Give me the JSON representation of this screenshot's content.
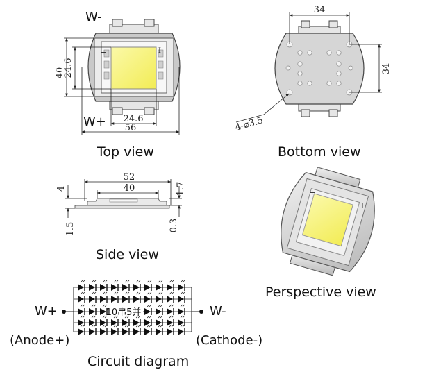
{
  "top_view": {
    "caption": "Top view",
    "terminal_neg": "W-",
    "terminal_pos": "W+",
    "dims": {
      "height_outer": "40",
      "height_inner": "24.6",
      "width_inner": "24.6",
      "width_outer": "56"
    },
    "polarity_plus": "+",
    "polarity_minus": "I"
  },
  "bottom_view": {
    "caption": "Bottom view",
    "dims": {
      "width": "34",
      "height": "34",
      "holes": "4-⌀3.5"
    }
  },
  "side_view": {
    "caption": "Side view",
    "dims": {
      "total_width": "52",
      "inner_width": "40",
      "height_left": "4",
      "height_right": "1.7",
      "base_left": "1.5",
      "base_right": "0.3"
    }
  },
  "perspective_view": {
    "caption": "Perspective view",
    "polarity_plus": "+",
    "polarity_minus": "I"
  },
  "circuit": {
    "caption": "Circuit diagram",
    "pos_label": "W+",
    "neg_label": "W-",
    "anode_label": "(Anode+)",
    "cathode_label": "(Cathode-)",
    "config_label": "10串5并"
  },
  "colors": {
    "phosphor": "#f6f27a",
    "metal": "#d9d9d9",
    "line": "#222222"
  }
}
